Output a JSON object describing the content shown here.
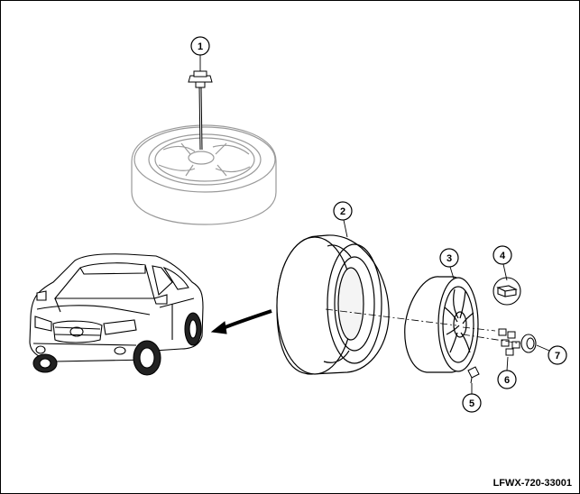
{
  "callouts": [
    {
      "id": "1",
      "label": "1"
    },
    {
      "id": "2",
      "label": "2"
    },
    {
      "id": "3",
      "label": "3"
    },
    {
      "id": "4",
      "label": "4"
    },
    {
      "id": "5",
      "label": "5"
    },
    {
      "id": "6",
      "label": "6"
    },
    {
      "id": "7",
      "label": "7"
    }
  ],
  "figure_code": "LFWX-720-33001",
  "colors": {
    "line": "#000000",
    "faded_line": "#9a9a9a",
    "background": "#ffffff"
  }
}
